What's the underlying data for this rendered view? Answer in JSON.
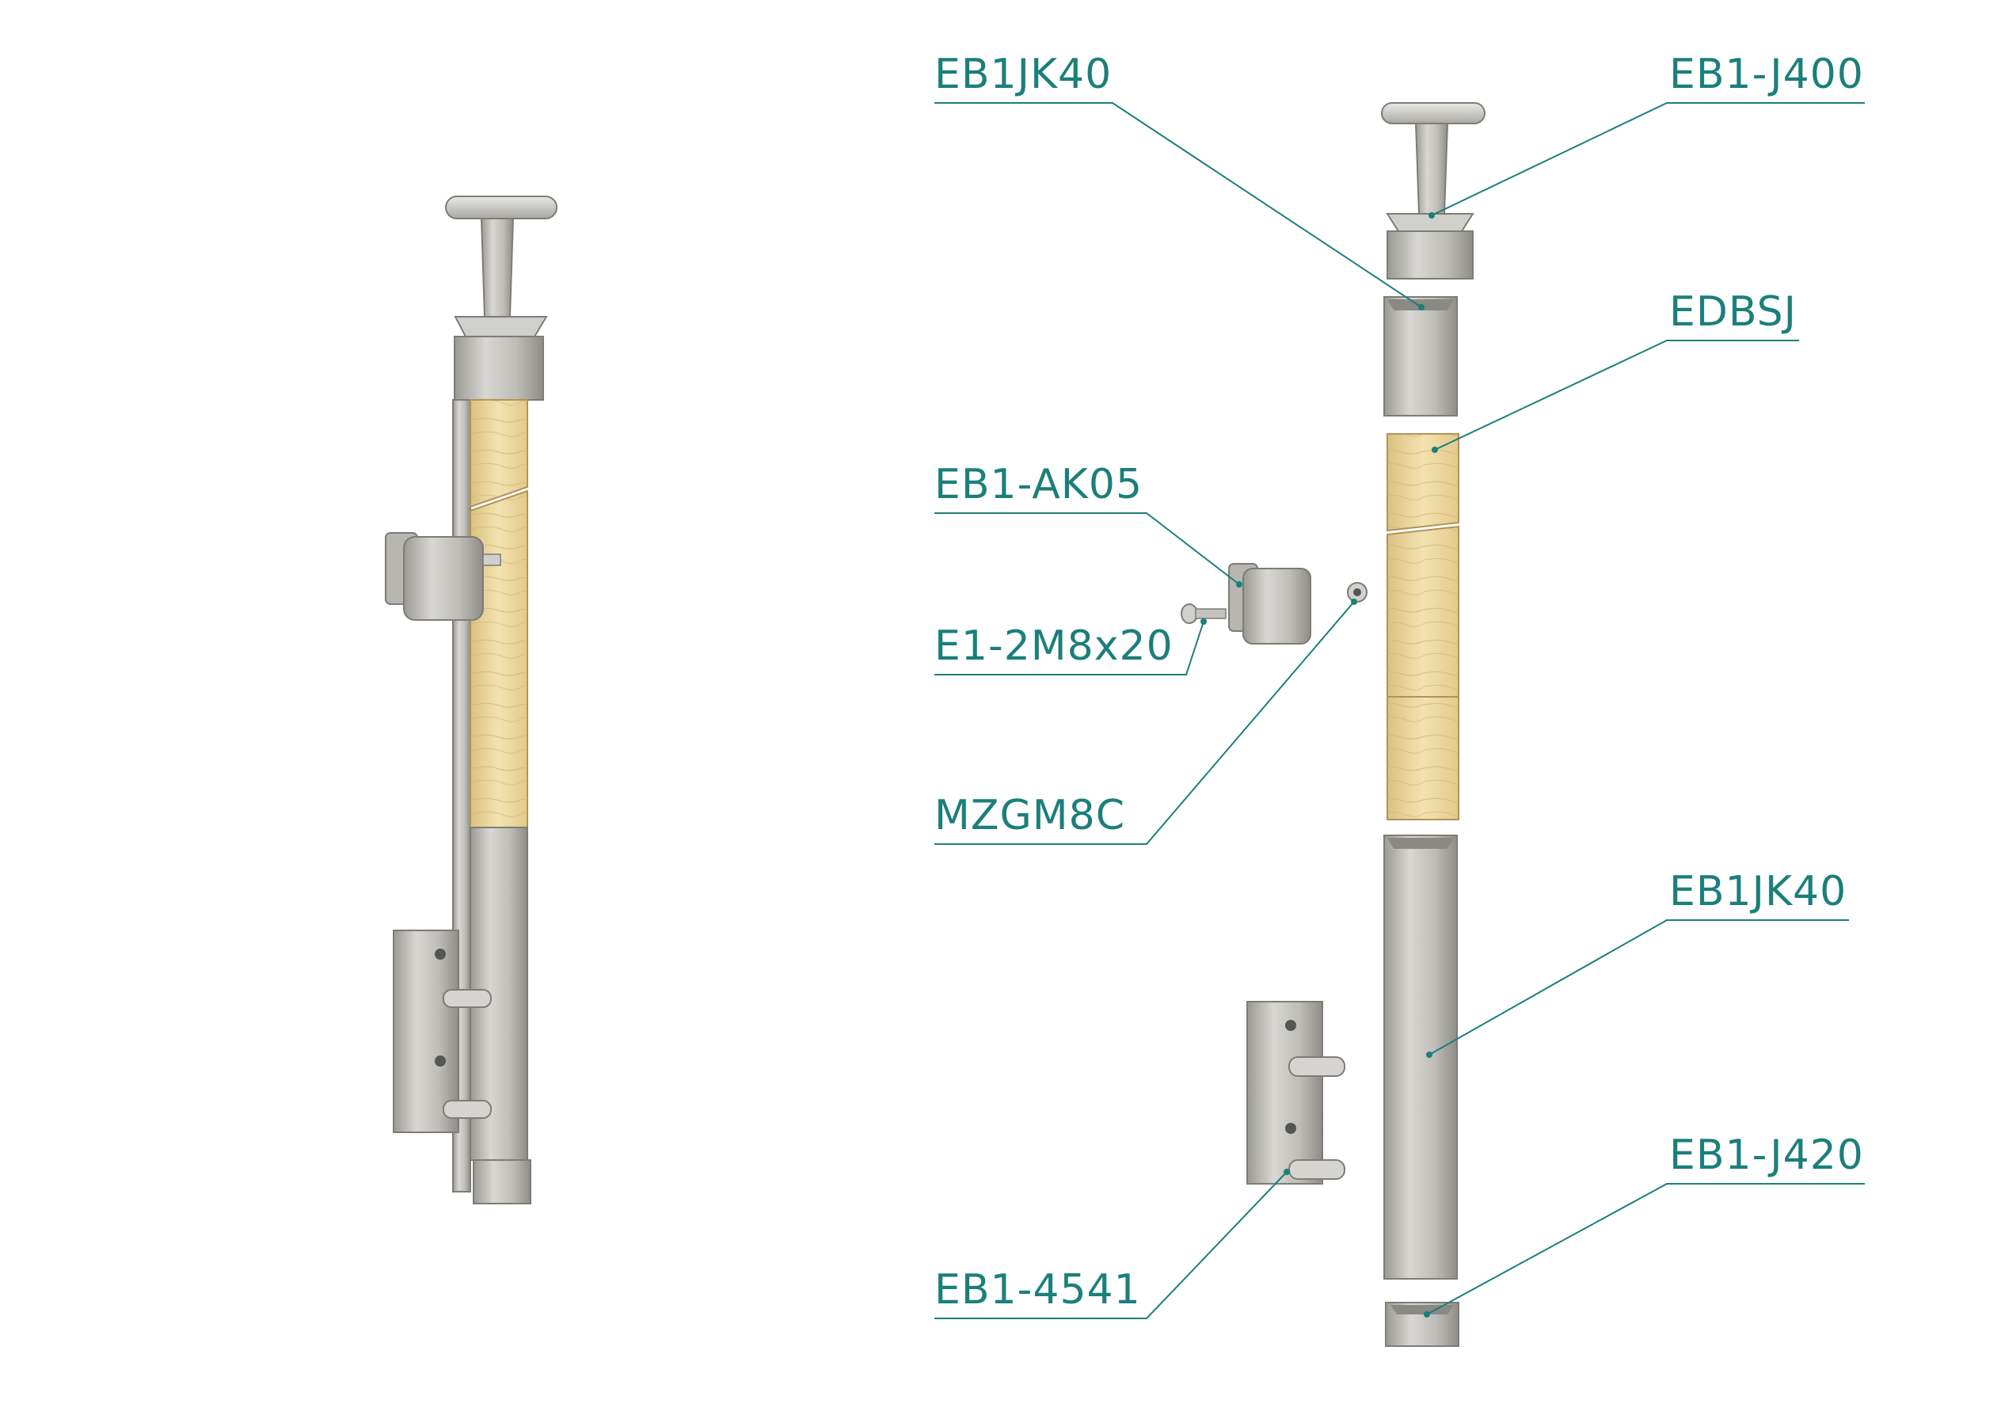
{
  "colors": {
    "label": "#1b7f7a",
    "leader": "#1b7f7a",
    "steel_light": "#d9d9d6",
    "steel_mid": "#b5b4af",
    "steel_dark": "#8d8c87",
    "wood_light": "#f1dfaa",
    "wood_mid": "#e2c888",
    "wood_dark": "#c9ac66"
  },
  "labels": {
    "eb1jk40_top": "EB1JK40",
    "eb1_j400": "EB1-J400",
    "edbsj": "EDBSJ",
    "eb1_ak05": "EB1-AK05",
    "e1_2m8x20": "E1-2M8x20",
    "mzgm8c": "MZGM8C",
    "eb1jk40_bottom": "EB1JK40",
    "eb1_j420": "EB1-J420",
    "eb1_4541": "EB1-4541"
  }
}
